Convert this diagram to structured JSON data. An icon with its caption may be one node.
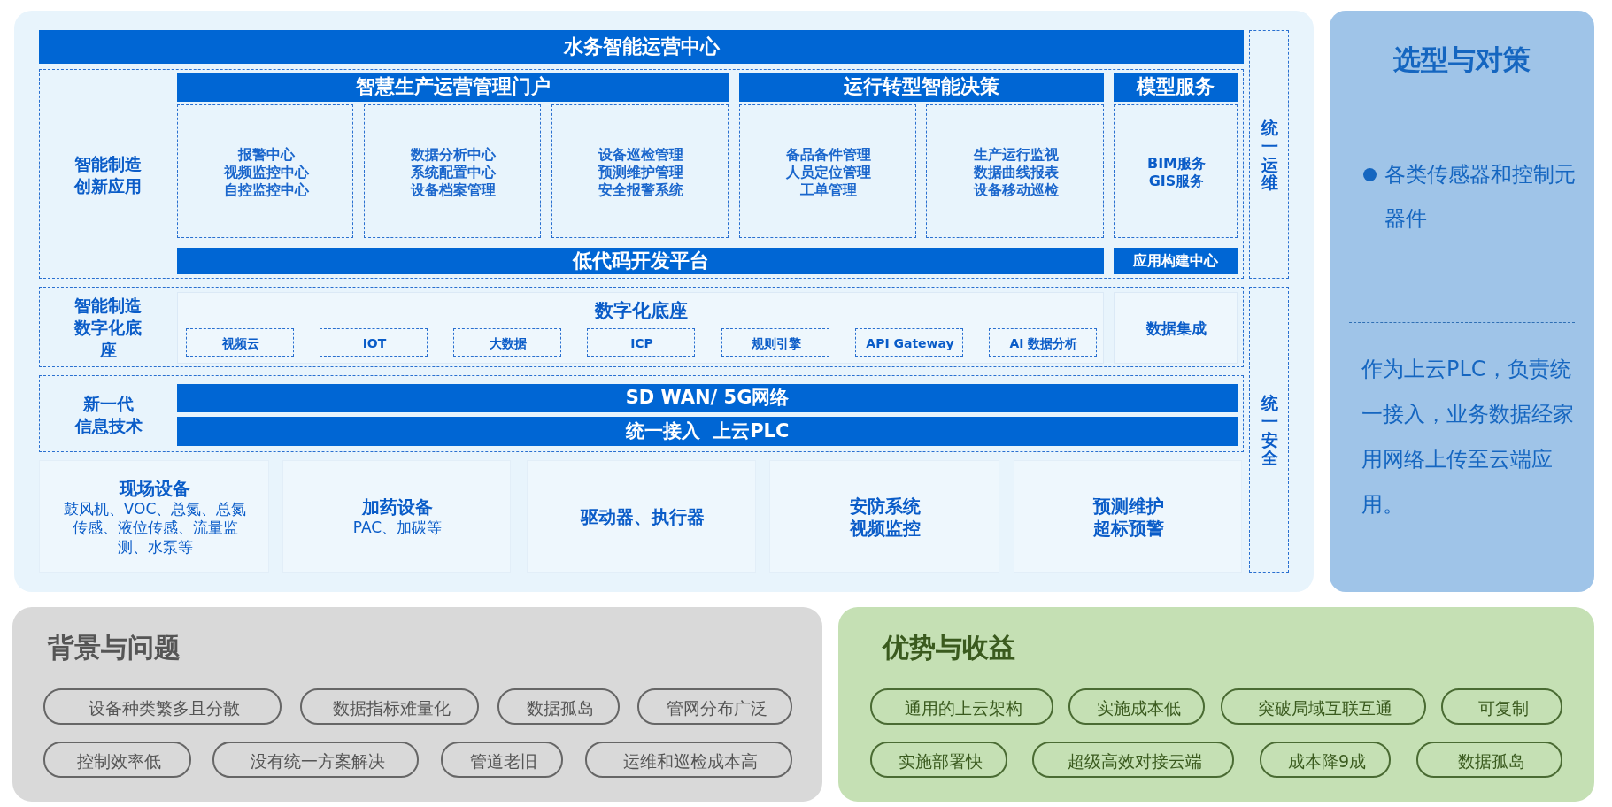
{
  "diagram": {
    "nodes": [
      {
        "text": [
          "水务智能运营中心"
        ]
      },
      {
        "text": [
          "智能制造创新应用"
        ]
      },
      {
        "text": [
          "智慧生产运营管理门户"
        ],
        "in": 1
      },
      {
        "text": [
          "运行转型智能决策"
        ],
        "in": 1
      },
      {
        "text": [
          "模型服务"
        ],
        "in": 1
      },
      {
        "text": [
          "报警中心",
          "视频监控中心",
          "自控监控中心"
        ],
        "in": 1
      },
      {
        "text": [
          "数据分析中心",
          "系统配置中心",
          "设备档案管理"
        ],
        "in": 1
      },
      {
        "text": [
          "设备巡检管理",
          "预测维护管理",
          "安全报警系统"
        ],
        "in": 1
      },
      {
        "text": [
          "备品备件管理",
          "人员定位管理",
          "工单管理"
        ],
        "in": 1
      },
      {
        "text": [
          "生产运行监视",
          "数据曲线报表",
          "设备移动巡检"
        ],
        "in": 1
      },
      {
        "text": [
          "BIM服务",
          "GIS服务"
        ],
        "in": 1
      },
      {
        "text": [
          "低代码开发平台"
        ],
        "in": 1
      },
      {
        "text": [
          "应用构建中心"
        ],
        "in": 1
      },
      {
        "text": [
          "统一运维"
        ]
      },
      {
        "text": [
          "智能制造数字化底座"
        ]
      },
      {
        "text": [
          "数字化底座"
        ],
        "in": 14
      },
      {
        "text": [
          "视频云"
        ],
        "in": 15
      },
      {
        "text": [
          "IOT"
        ],
        "in": 15
      },
      {
        "text": [
          "大数据"
        ],
        "in": 15
      },
      {
        "text": [
          "ICP"
        ],
        "in": 15
      },
      {
        "text": [
          "规则引擎"
        ],
        "in": 15
      },
      {
        "text": [
          "API Gateway"
        ],
        "in": 15
      },
      {
        "text": [
          "AI 数据分析"
        ],
        "in": 15
      },
      {
        "text": [
          "数据集成"
        ],
        "in": 14
      },
      {
        "text": [
          "新一代",
          "信息技术"
        ]
      },
      {
        "text": [
          "SD WAN/ 5G网络"
        ],
        "in": 24
      },
      {
        "text": [
          "统一接入  上云PLC"
        ],
        "in": 24
      },
      {
        "text": [
          "现场设备",
          "鼓风机、VOC、总氮、总氮传感、液位传感、流量监测、水泵等"
        ]
      },
      {
        "text": [
          "加药设备",
          "PAC、加碳等"
        ]
      },
      {
        "text": [
          "驱动器、执行器"
        ]
      },
      {
        "text": [
          "安防系统",
          "视频监控"
        ]
      },
      {
        "text": [
          "预测维护",
          "超标预警"
        ]
      },
      {
        "text": [
          "统一安全"
        ]
      },
      {
        "text": [
          "选型与对策",
          "各类传感器和控制元器件",
          "作为上云PLC，负责统一接入，业务数据经家用网络上传至云端应用。"
        ]
      },
      {
        "text": [
          "背景与问题"
        ]
      },
      {
        "text": [
          "设备种类繁多且分散"
        ],
        "in": 34
      },
      {
        "text": [
          "数据指标难量化"
        ],
        "in": 34
      },
      {
        "text": [
          "数据孤岛"
        ],
        "in": 34
      },
      {
        "text": [
          "管网分布广泛"
        ],
        "in": 34
      },
      {
        "text": [
          "控制效率低"
        ],
        "in": 34
      },
      {
        "text": [
          "没有统一方案解决"
        ],
        "in": 34
      },
      {
        "text": [
          "管道老旧"
        ],
        "in": 34
      },
      {
        "text": [
          "运维和巡检成本高"
        ],
        "in": 34
      },
      {
        "text": [
          "优势与收益"
        ]
      },
      {
        "text": [
          "通用的上云架构"
        ],
        "in": 43
      },
      {
        "text": [
          "实施成本低"
        ],
        "in": 43
      },
      {
        "text": [
          "突破局域互联互通"
        ],
        "in": 43
      },
      {
        "text": [
          "可复制"
        ],
        "in": 43
      },
      {
        "text": [
          "实施部署快"
        ],
        "in": 43
      },
      {
        "text": [
          "超级高效对接云端"
        ],
        "in": 43
      },
      {
        "text": [
          "成本降9成"
        ],
        "in": 43
      },
      {
        "text": [
          "数据孤岛"
        ],
        "in": 43
      }
    ]
  }
}
